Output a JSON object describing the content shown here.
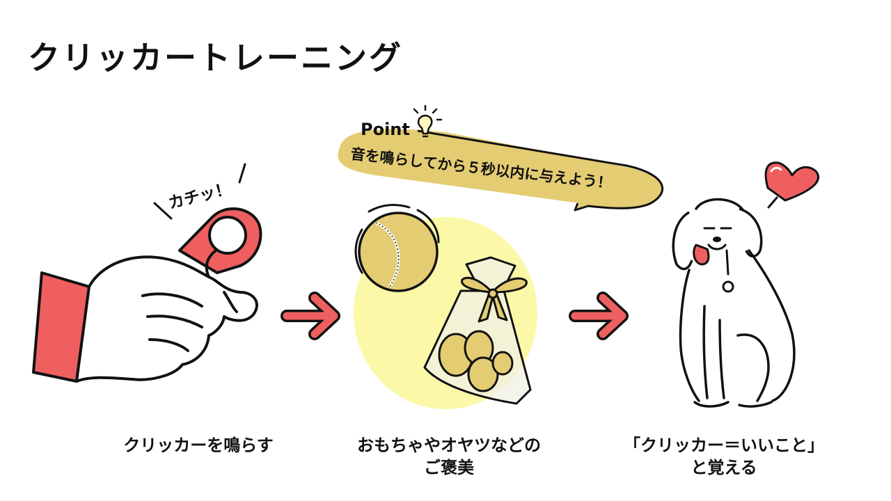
{
  "title": "クリッカートレーニング",
  "sound_effect": "カチッ！",
  "point": {
    "label": "Point",
    "text": "音を鳴らしてから５秒以内に与えよう！"
  },
  "steps": [
    {
      "lines": [
        "クリッカーを鳴らす"
      ]
    },
    {
      "lines": [
        "おもちゃやオヤツなどの",
        "ご褒美"
      ]
    },
    {
      "lines": [
        "「クリッカー＝いいこと」",
        "と覚える"
      ]
    }
  ],
  "colors": {
    "accent_red": "#ef5f5f",
    "highlight_yellow": "#fbf8a8",
    "gold": "#e4cc72",
    "ink": "#111111"
  },
  "icons": [
    "hand-clicker-icon",
    "arrow-right-icon",
    "lightbulb-icon",
    "tennis-ball-icon",
    "treat-bag-icon",
    "dog-icon",
    "heart-icon"
  ]
}
